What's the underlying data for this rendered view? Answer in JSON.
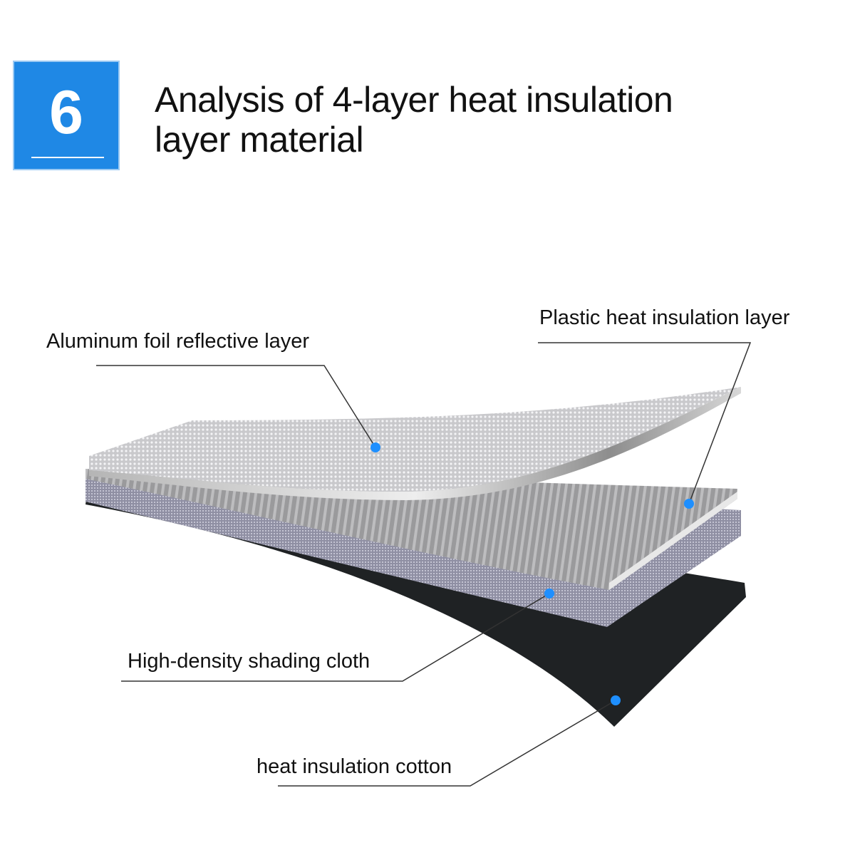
{
  "header": {
    "step_number": "6",
    "title_line1": "Analysis of 4-layer heat insulation",
    "title_line2": "layer material"
  },
  "labels": {
    "aluminum": "Aluminum foil reflective layer",
    "plastic": "Plastic heat insulation layer",
    "shading": "High-density shading cloth",
    "cotton": "heat insulation cotton"
  },
  "colors": {
    "accent": "#1f88e5",
    "dot": "#1e8fff"
  }
}
